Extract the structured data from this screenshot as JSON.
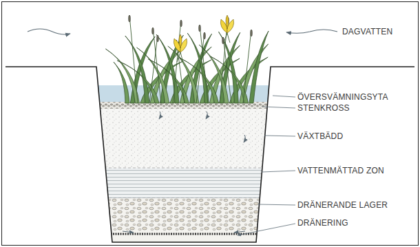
{
  "diagram": {
    "labels": [
      "DAGVATTEN",
      "ÖVERSVÄMNINGSYTA",
      "STENKROSS",
      "VÄXTBÄDD",
      "VATTENMÄTTAD ZON",
      "DRÄNERANDE LAGER",
      "DRÄNERING"
    ]
  }
}
